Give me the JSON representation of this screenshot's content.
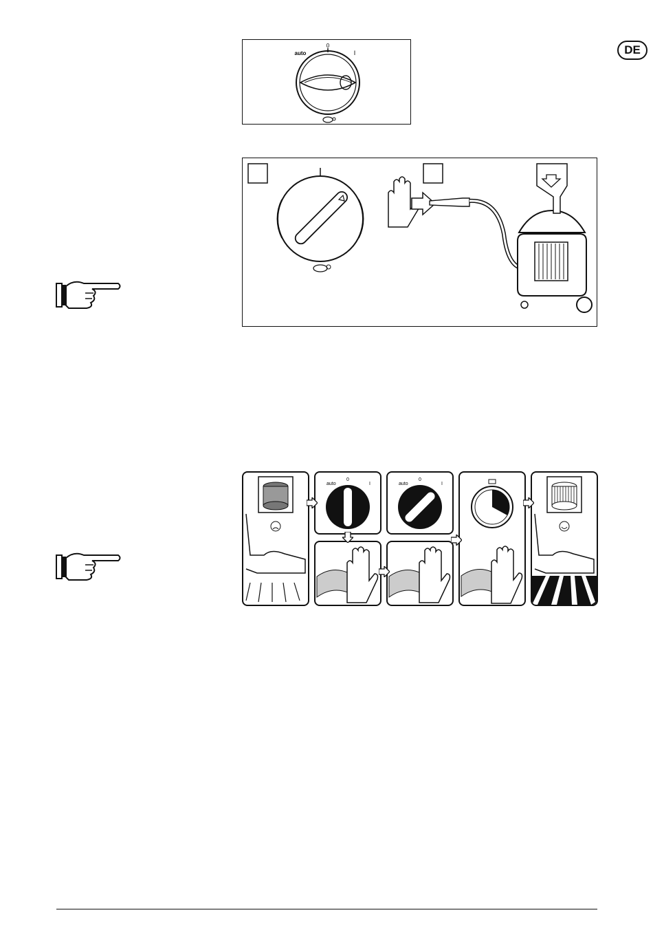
{
  "page": {
    "language_badge": "DE"
  },
  "figure1": {
    "dial_labels": {
      "auto": "auto",
      "zero": "0",
      "one": "I"
    }
  },
  "figure2": {
    "step_boxes": [
      "",
      ""
    ]
  },
  "figure3": {
    "panel2_labels": {
      "auto": "auto",
      "zero": "0",
      "one": "I"
    },
    "panel3_labels": {
      "auto": "auto",
      "zero": "0",
      "one": "I"
    }
  },
  "icons": {
    "pointing_hand_1": "pointing-hand-icon",
    "pointing_hand_2": "pointing-hand-icon",
    "turtle": "turtle-icon",
    "hand": "hand-icon",
    "stopwatch": "stopwatch-icon",
    "filter": "filter-icon",
    "sad_face": "sad-face-icon",
    "happy_face": "happy-face-icon"
  }
}
